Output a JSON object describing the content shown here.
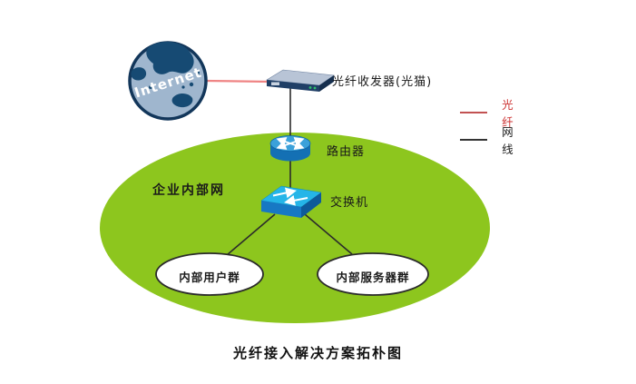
{
  "title": "光纤接入解决方案拓朴图",
  "internet": {
    "label": "Internet"
  },
  "devices": {
    "modem": {
      "label": "光纤收发器(光猫)"
    },
    "router": {
      "label": "路由器"
    },
    "switch": {
      "label": "交换机"
    }
  },
  "intranet": {
    "label": "企业内部网",
    "groups": [
      {
        "label": "内部用户群"
      },
      {
        "label": "内部服务器群"
      }
    ]
  },
  "legend": {
    "items": [
      {
        "id": "fiber",
        "label": "光纤",
        "color": "#cc3333"
      },
      {
        "id": "cable",
        "label": "网线",
        "color": "#333333"
      }
    ]
  },
  "colors": {
    "intranet_fill": "#8dc61e",
    "fiber_line": "#ef8484",
    "cable_line": "#2b2b2b",
    "globe_ocean": "#9fb6ce",
    "globe_land": "#164a73",
    "router_top": "#3ba1da",
    "router_body": "#1470b4",
    "switch_top": "#25b5e8",
    "switch_front": "#1778c4",
    "modem_top": "#b8c4d6",
    "modem_front": "#203f66"
  }
}
